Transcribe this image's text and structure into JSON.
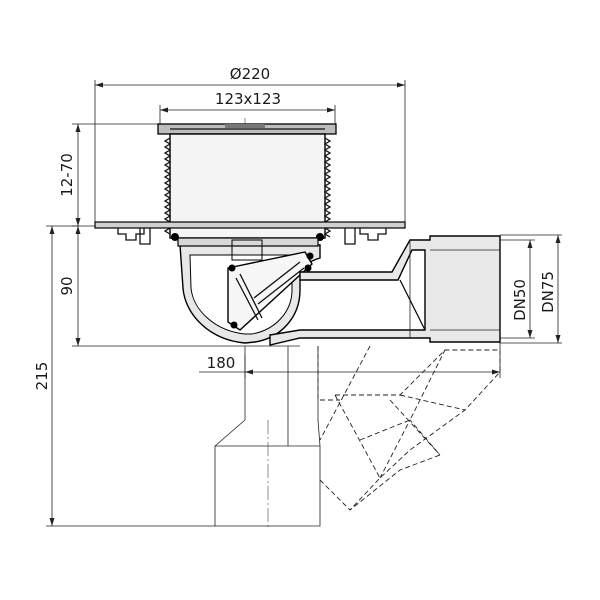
{
  "drawing": {
    "dimensions": {
      "outer_diameter": "Ø220",
      "grate_size": "123x123",
      "height_adjust": "12-70",
      "body_height": "90",
      "total_height": "215",
      "outlet_offset": "180",
      "outlet_dn_inner": "DN50",
      "outlet_dn_outer": "DN75"
    }
  }
}
